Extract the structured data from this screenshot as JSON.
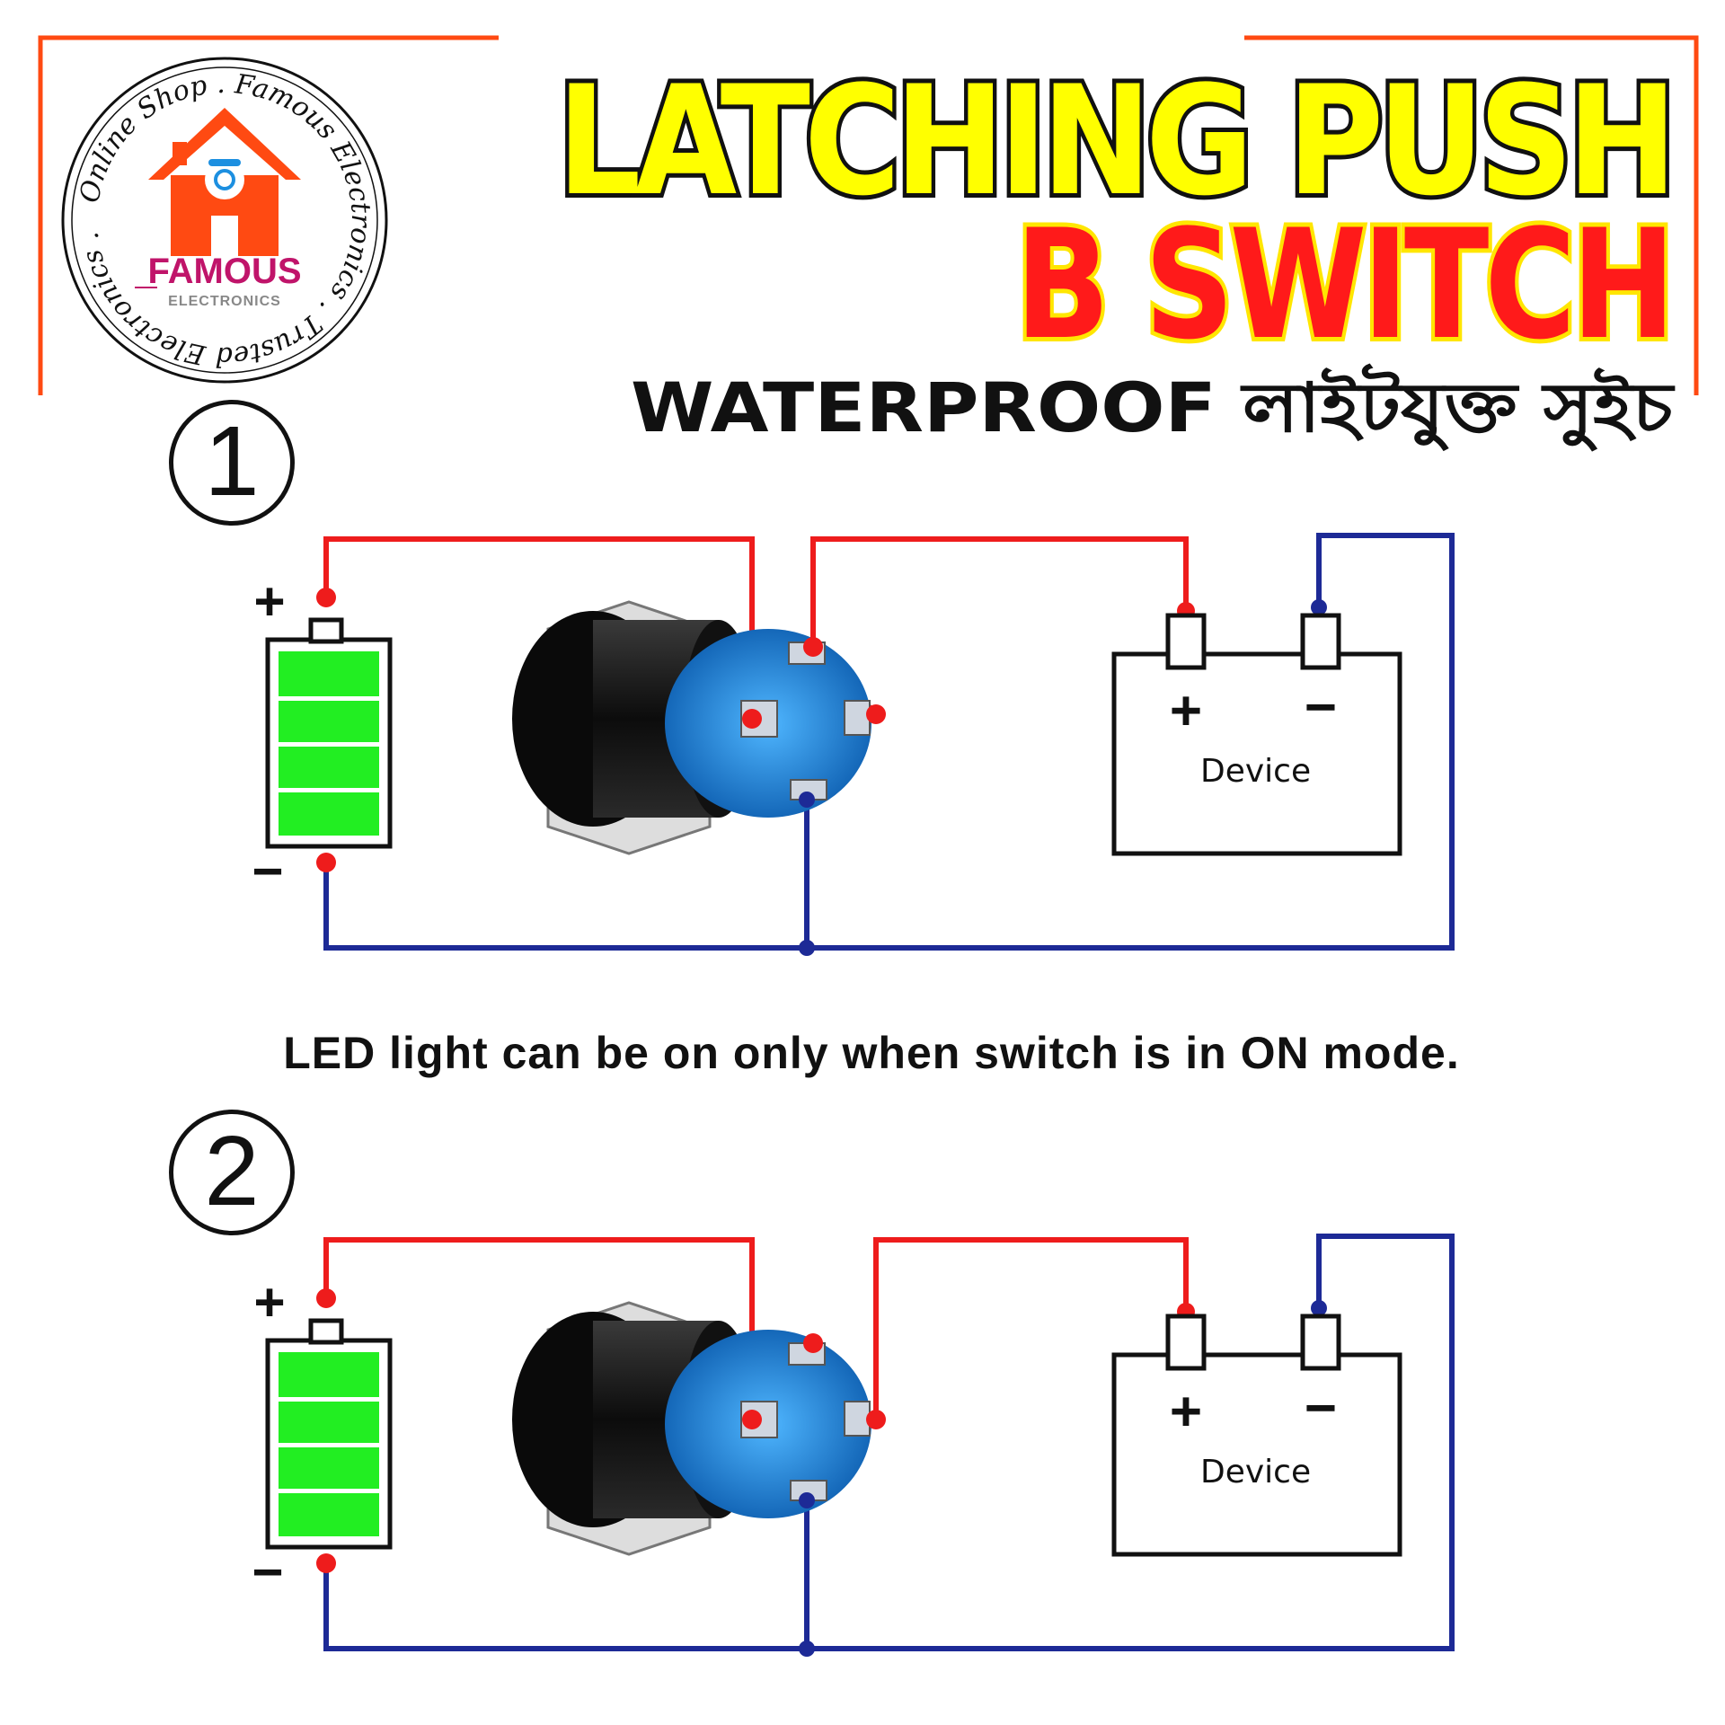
{
  "logo": {
    "ring_text": "Online Shop . Famous Electronics . Trusted Electronics . ",
    "brand": "FAMOUS",
    "sub_brand": "ELECTRONICS"
  },
  "header": {
    "title_line1": "LATCHING PUSH",
    "title_line2": "B SWITCH",
    "subtitle": "WATERPROOF লাইটযুক্ত সুইচ"
  },
  "diagram1": {
    "step": "1",
    "battery_plus": "+",
    "battery_minus": "−",
    "device_plus": "+",
    "device_minus": "−",
    "device_label": "Device"
  },
  "caption": "LED light can be on only when switch is in ON mode.",
  "diagram2": {
    "step": "2",
    "battery_plus": "+",
    "battery_minus": "−",
    "device_plus": "+",
    "device_minus": "−",
    "device_label": "Device"
  },
  "colors": {
    "frame": "#ff4a12",
    "title_yellow": "#ffff00",
    "title_red": "#ff1a1a",
    "wire_red": "#ee1c1c",
    "wire_blue": "#1d2a96",
    "battery_green": "#22ee22",
    "switch_blue": "#1c8fe0"
  }
}
